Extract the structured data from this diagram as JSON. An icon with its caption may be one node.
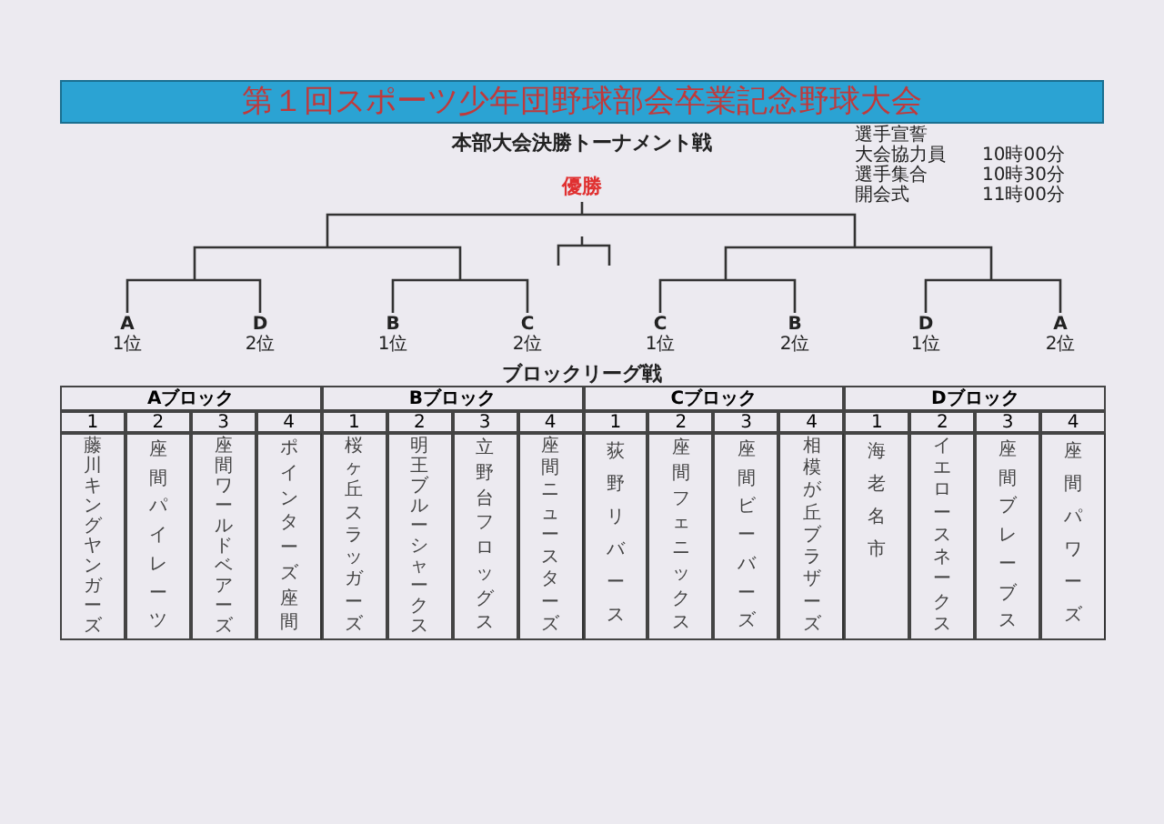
{
  "diagram": {
    "title": "第１回スポーツ少年団野球部会卒業記念野球大会",
    "labels": [
      "本部大会決勝トーナメント戦",
      "選手宣誓",
      "大会協力員",
      "10時00分",
      "選手集合",
      "10時30分",
      "優勝",
      "開会式",
      "11時00分",
      "A",
      "1位",
      "D",
      "2位",
      "B",
      "1位",
      "C",
      "2位",
      "C",
      "1位",
      "B",
      "2位",
      "D",
      "1位",
      "A",
      "2位",
      "ブロックリーグ戦",
      "Aブロック",
      "Bブロック",
      "Cブロック",
      "Dブロック",
      "1",
      "2",
      "3",
      "4",
      "1",
      "2",
      "3",
      "4",
      "1",
      "2",
      "3",
      "4",
      "1",
      "2",
      "3",
      "4",
      "藤川キングヤンガーズ",
      "座間パイレーツ",
      "座間ワールドベアーズ",
      "ポインターズ座間",
      "桜ヶ丘スラッガーズ",
      "明王ブルーシャークス",
      "立野台フロッグス",
      "座間ニュースターズ",
      "荻野リバース",
      "座間フェニックス",
      "座間ビーバーズ",
      "相模が丘ブラザーズ",
      "海老名市",
      "イエロースネークス",
      "座間ブレーブス",
      "座間パワーズ"
    ]
  }
}
